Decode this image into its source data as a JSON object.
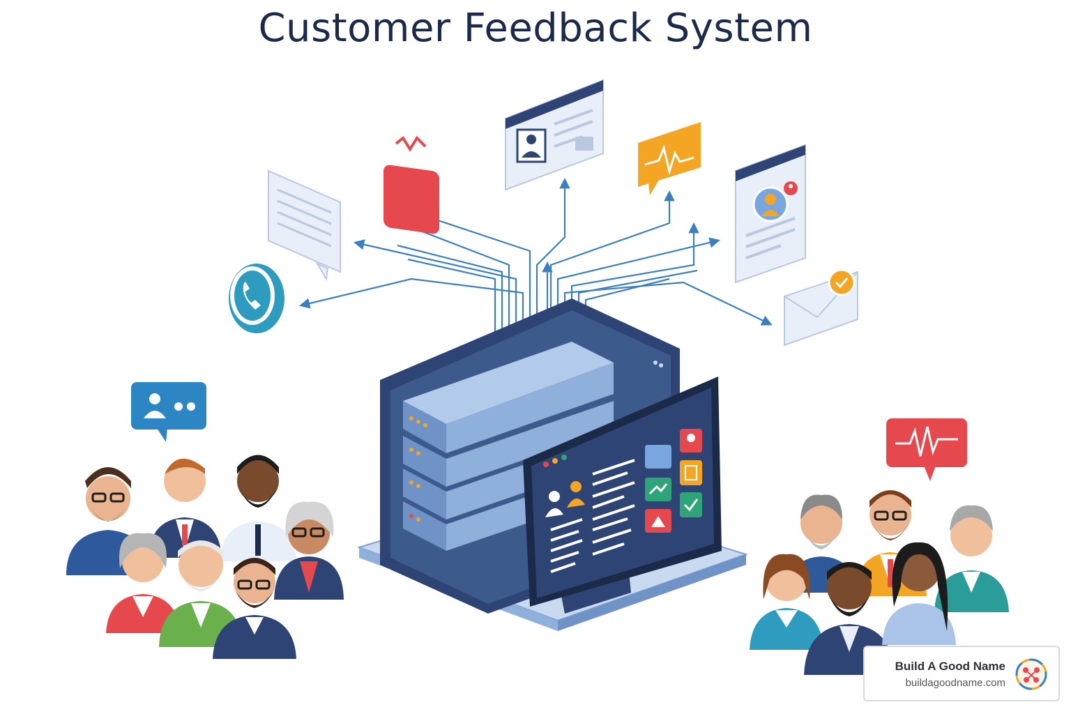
{
  "title": "Customer Feedback System",
  "brand": {
    "name": "Build A Good Name",
    "url": "buildagoodname.com"
  },
  "colors": {
    "navy": "#1c2a4a",
    "server_blue": "#3d5a8c",
    "light_blue": "#a9c4e6",
    "red": "#e5484d",
    "orange": "#f4a524",
    "teal": "#2d9cbf",
    "green": "#2fa37a"
  },
  "icons": [
    "phone-icon",
    "document-icon",
    "alert-chat-icon",
    "profile-card-icon",
    "waveform-chat-icon",
    "contact-card-icon",
    "email-icon",
    "user-chat-icon",
    "heartbeat-chat-icon",
    "server-icon",
    "monitor-icon"
  ]
}
